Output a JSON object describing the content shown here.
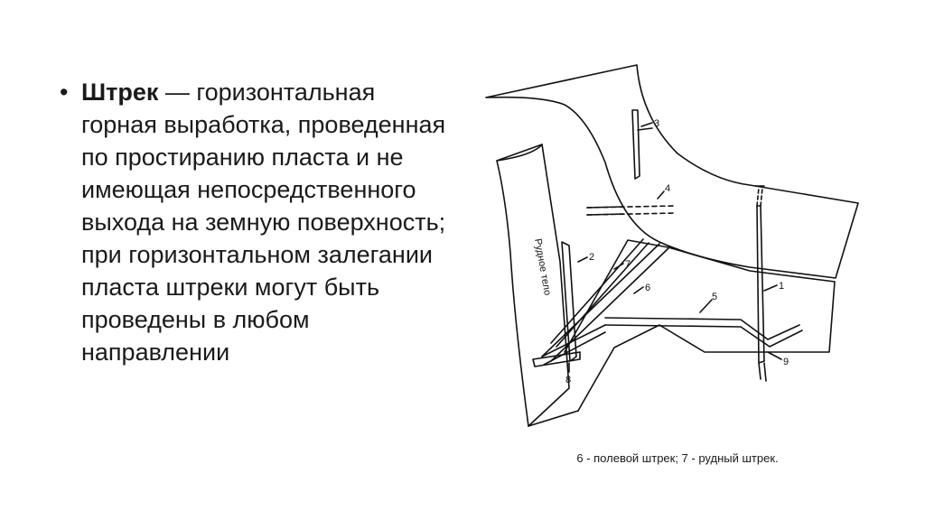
{
  "slide": {
    "bullet": {
      "marker": "•",
      "term": "Штрек",
      "definition": " — горизонтальная горная выработка, проведенная по простиранию пласта и не имеющая непосредственного выхода на земную поверхность; при горизонтальном залегании пласта штреки могут быть проведены в любом направлении"
    },
    "figure": {
      "body_label": "Рудное тело",
      "labels": [
        "1",
        "2",
        "3",
        "4",
        "5",
        "6",
        "7",
        "8",
        "9"
      ]
    },
    "caption": "6 - полевой штрек; 7 - рудный штрек."
  }
}
